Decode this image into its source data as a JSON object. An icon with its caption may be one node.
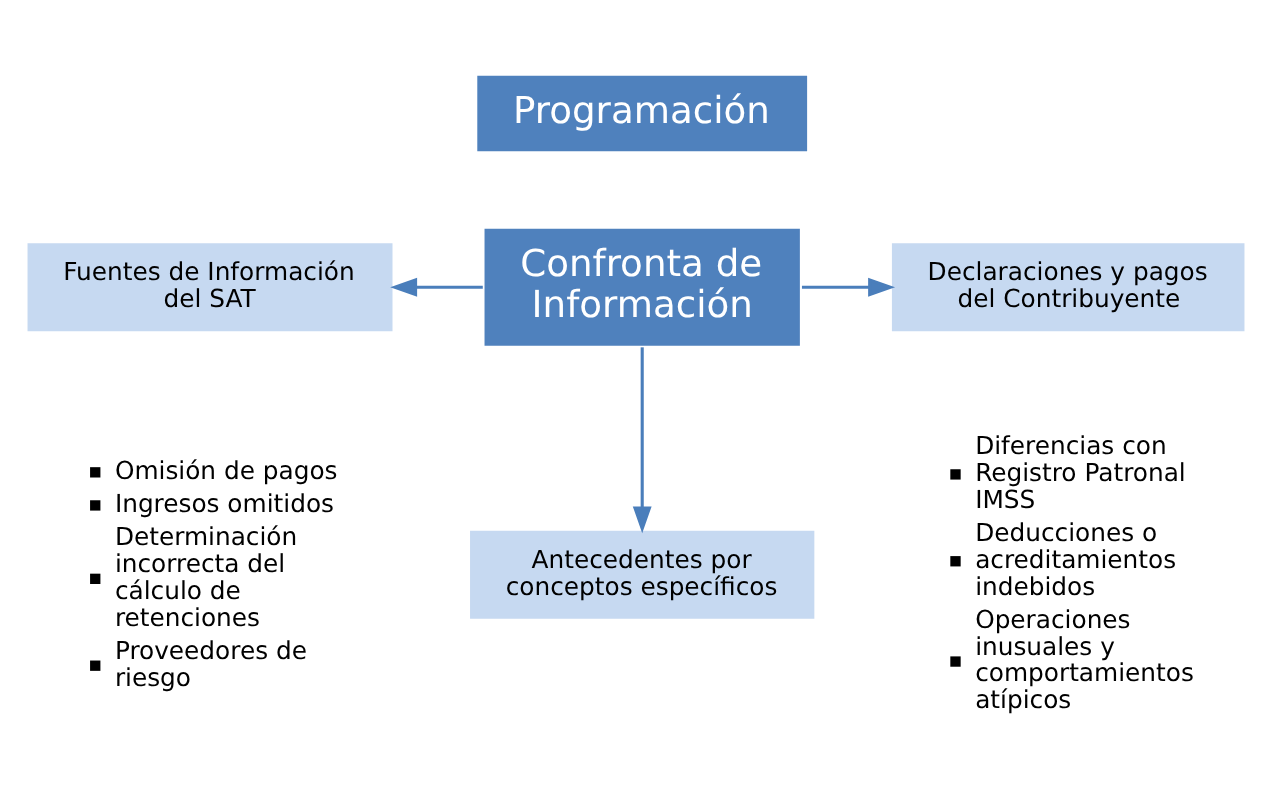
{
  "diagram": {
    "nodes": [
      {
        "text": [
          "Programación"
        ]
      },
      {
        "text": [
          "Fuentes de Información del SAT"
        ]
      },
      {
        "text": [
          "Confronta de Información"
        ]
      },
      {
        "text": [
          "Declaraciones y pagos del Contribuyente"
        ]
      },
      {
        "text": [
          "Antecedentes por conceptos específicos"
        ]
      }
    ],
    "edges": [
      {
        "from": 2,
        "to": 1,
        "arrow": "to"
      },
      {
        "from": 2,
        "to": 3,
        "arrow": "to"
      },
      {
        "from": 2,
        "to": 4,
        "arrow": "to"
      }
    ],
    "labels": [
      "Omisión de pagos",
      "Ingresos omitidos",
      "Determinación incorrecta del cálculo de retenciones",
      "Proveedores de riesgo",
      "Diferencias con Registro Patronal IMSS",
      "Deducciones o acreditamientos indebidos",
      "Operaciones inusuales y comportamientos atípicos"
    ]
  }
}
